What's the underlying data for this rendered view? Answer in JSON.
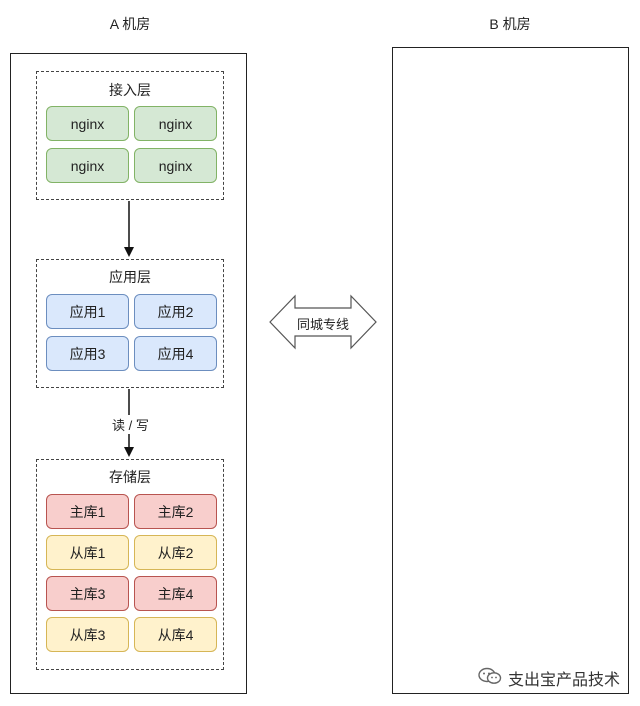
{
  "rooms": {
    "a": {
      "title": "A 机房"
    },
    "b": {
      "title": "B 机房"
    }
  },
  "layers": {
    "access": {
      "title": "接入层",
      "nodes": [
        "nginx",
        "nginx",
        "nginx",
        "nginx"
      ]
    },
    "app": {
      "title": "应用层",
      "nodes": [
        "应用1",
        "应用2",
        "应用3",
        "应用4"
      ]
    },
    "storage": {
      "title": "存储层",
      "nodes": [
        "主库1",
        "主库2",
        "从库1",
        "从库2",
        "主库3",
        "主库4",
        "从库3",
        "从库4"
      ]
    }
  },
  "edges": {
    "app_to_storage_label": "读 / 写"
  },
  "link": {
    "label": "同城专线"
  },
  "watermark": {
    "text": "支出宝产品技术",
    "icon": "wechat-icon"
  },
  "colors": {
    "green_fill": "#d5e8d4",
    "green_stroke": "#82b366",
    "blue_fill": "#dae8fc",
    "blue_stroke": "#6c8ebf",
    "red_fill": "#f8cecc",
    "red_stroke": "#b85450",
    "yellow_fill": "#fff2cc",
    "yellow_stroke": "#d6b656"
  }
}
